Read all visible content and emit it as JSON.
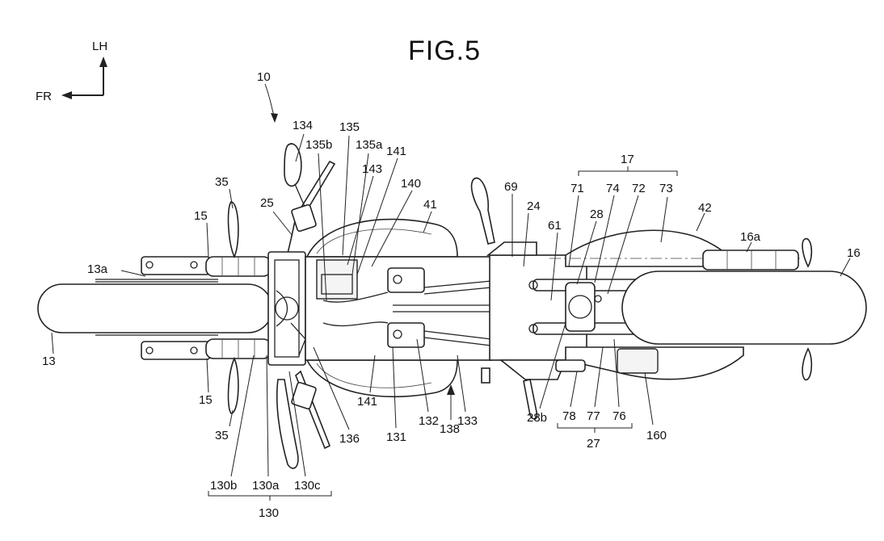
{
  "figure": {
    "title": "FIG.5",
    "direction": {
      "up": "LH",
      "left": "FR"
    }
  },
  "labels": {
    "l10": "10",
    "l134": "134",
    "l135": "135",
    "l135b": "135b",
    "l135a": "135a",
    "l141top": "141",
    "l143": "143",
    "l140": "140",
    "l41": "41",
    "l35top": "35",
    "l25": "25",
    "l15top": "15",
    "l13a": "13a",
    "l13": "13",
    "l15bot": "15",
    "l35bot": "35",
    "l69": "69",
    "l24": "24",
    "l61": "61",
    "l17": "17",
    "l71": "71",
    "l74": "74",
    "l72": "72",
    "l73": "73",
    "l28": "28",
    "l42": "42",
    "l16a": "16a",
    "l16": "16",
    "l141bot": "141",
    "l131": "131",
    "l132": "132",
    "l133": "133",
    "l138": "138",
    "l136": "136",
    "l130b": "130b",
    "l130a": "130a",
    "l130c": "130c",
    "l130": "130",
    "l28b": "28b",
    "l78": "78",
    "l77": "77",
    "l76": "76",
    "l27": "27",
    "l160": "160"
  }
}
